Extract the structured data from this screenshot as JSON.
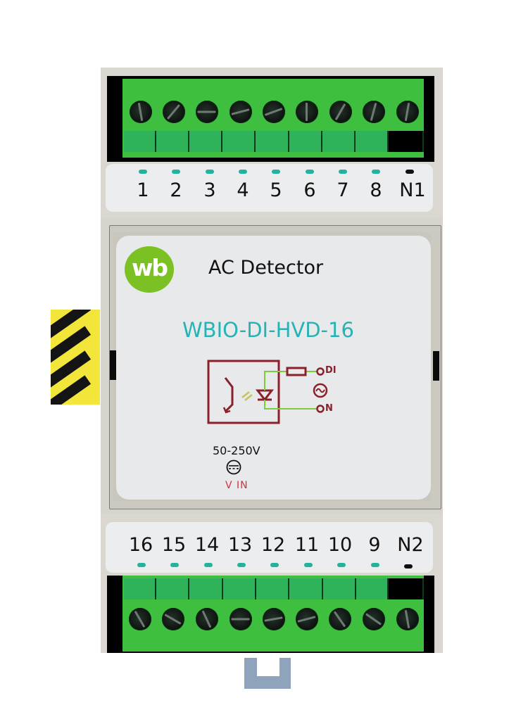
{
  "device": {
    "brand_logo_text": "wb",
    "title": "AC Detector",
    "model": "WBIO-DI-HVD-16",
    "voltage_range": "50-250V",
    "vin_label": "V IN",
    "schematic": {
      "pin_di": "DI",
      "pin_n": "N",
      "ac_symbol": "~"
    }
  },
  "top_terminals": {
    "labels": [
      "1",
      "2",
      "3",
      "4",
      "5",
      "6",
      "7",
      "8",
      "N1"
    ]
  },
  "bottom_terminals": {
    "labels": [
      "16",
      "15",
      "14",
      "13",
      "12",
      "11",
      "10",
      "9",
      "N2"
    ]
  },
  "colors": {
    "housing": "#d9d7cf",
    "terminal_green": "#3fbf3f",
    "led_teal": "#22b39a",
    "logo_green": "#7cc124",
    "model_text": "#27b3b5",
    "schematic_maroon": "#8b1f2b",
    "vin_red": "#d0323c",
    "warning_tape": "#f3e63a",
    "din_clip": "#8fa3bd"
  }
}
